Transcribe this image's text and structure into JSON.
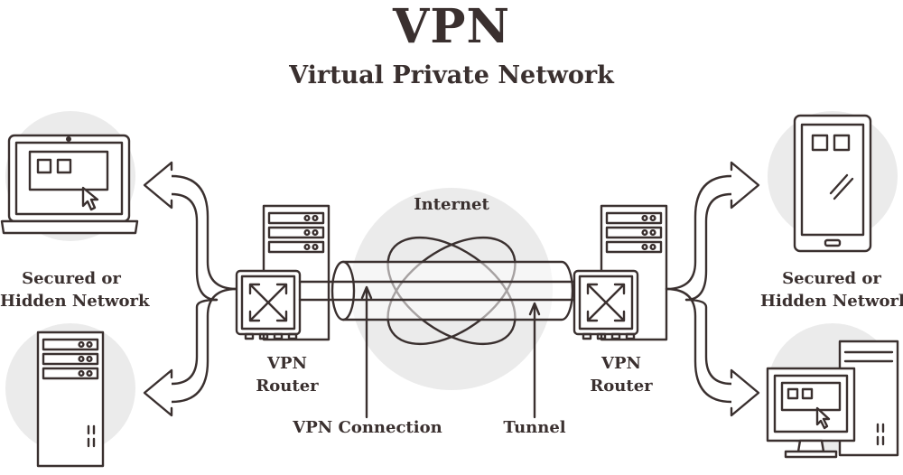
{
  "header": {
    "title": "VPN",
    "subtitle": "Virtual Private Network"
  },
  "labels": {
    "left_network": [
      "Secured or",
      "Hidden Network"
    ],
    "right_network": [
      "Secured or",
      "Hidden Network"
    ],
    "left_router": [
      "VPN",
      "Router"
    ],
    "right_router": [
      "VPN",
      "Router"
    ],
    "internet": "Internet",
    "vpn_connection": "VPN Connection",
    "tunnel": "Tunnel"
  },
  "colors": {
    "stroke": "#3a302f",
    "circle_fill": "#ebebeb",
    "device_fill": "#ffffff"
  },
  "icons": [
    "laptop-icon",
    "server-icon",
    "router-icon",
    "globe-icon",
    "tablet-icon",
    "desktop-computer-icon",
    "cursor-icon",
    "arrow-icon"
  ]
}
